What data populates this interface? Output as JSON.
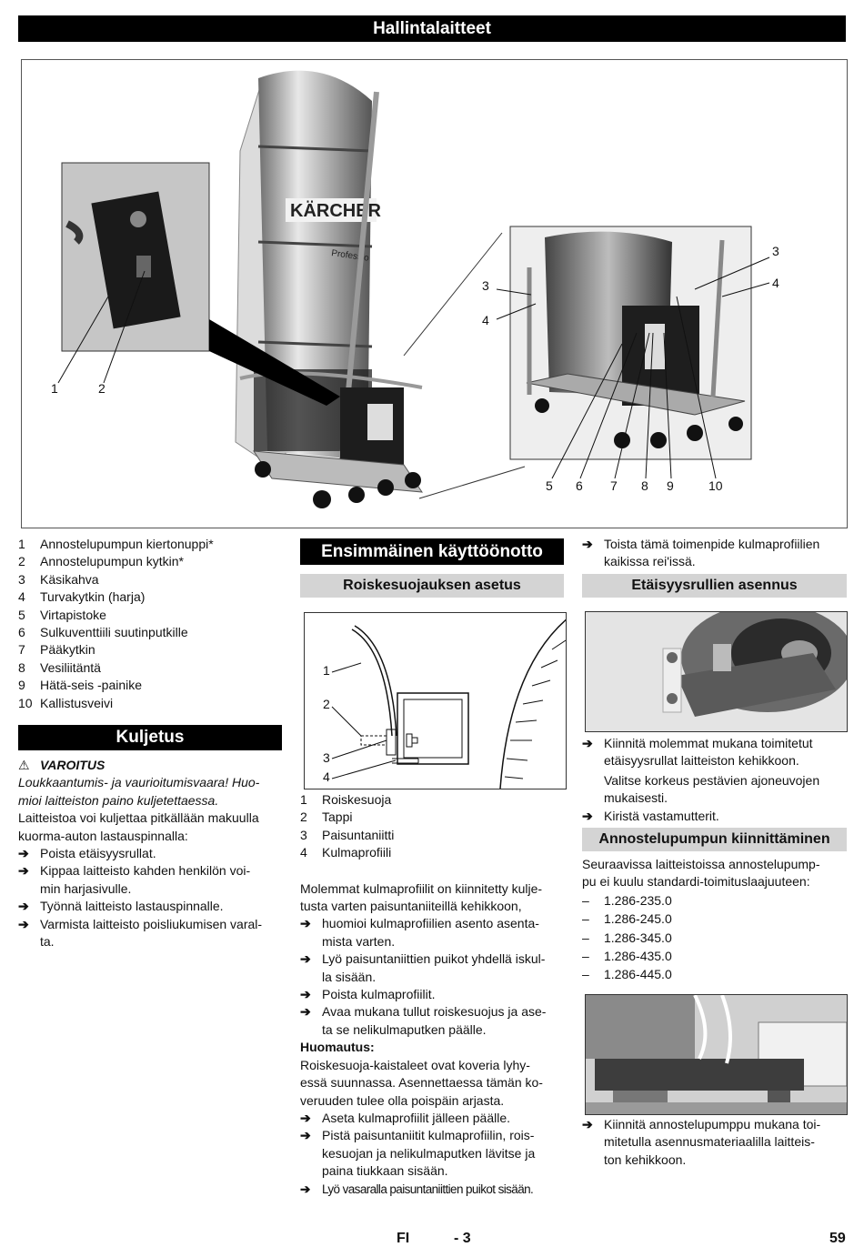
{
  "header": {
    "title": "Hallintalaitteet"
  },
  "figure_main": {
    "brand": "KÄRCHER",
    "brand_sub": "Professio",
    "callouts_left": [
      "1",
      "2"
    ],
    "callouts_right_top": [
      "3",
      "4"
    ],
    "callouts_right_side": [
      "3",
      "4"
    ],
    "callouts_bottom": [
      "5",
      "6",
      "7",
      "8",
      "9",
      "10"
    ]
  },
  "legend": [
    {
      "n": "1",
      "text": "Annostelupumpun kiertonuppi*"
    },
    {
      "n": "2",
      "text": "Annostelupumpun kytkin*"
    },
    {
      "n": "3",
      "text": "Käsikahva"
    },
    {
      "n": "4",
      "text": "Turvakytkin (harja)"
    },
    {
      "n": "5",
      "text": "Virtapistoke"
    },
    {
      "n": "6",
      "text": "Sulkuventtiili suutinputkille"
    },
    {
      "n": "7",
      "text": "Pääkytkin"
    },
    {
      "n": "8",
      "text": "Vesiliitäntä"
    },
    {
      "n": "9",
      "text": "Hätä-seis -painike"
    },
    {
      "n": "10",
      "text": "Kallistusveivi"
    }
  ],
  "kuljetus": {
    "title": "Kuljetus",
    "warning_label": "VAROITUS",
    "warning_text_1": "Loukkaantumis- ja vaurioitumisvaara! Huo-",
    "warning_text_2": "mioi laitteiston paino kuljetettaessa.",
    "intro_1": "Laitteistoa voi kuljettaa pitkällään makuulla",
    "intro_2": "kuorma-auton lastauspinnalla:",
    "steps": [
      [
        "Poista etäisyysrullat."
      ],
      [
        "Kippaa laitteisto kahden henkilön voi-",
        "min harjasivulle."
      ],
      [
        "Työnnä laitteisto lastauspinnalle."
      ],
      [
        "Varmista laitteisto poisliukumisen varal-",
        "ta."
      ]
    ]
  },
  "kayttoonotto": {
    "title": "Ensimmäinen käyttöönotto",
    "subtitle": "Roiskesuojauksen asetus",
    "diagram_callouts": [
      "1",
      "2",
      "3",
      "4"
    ],
    "legend": [
      {
        "n": "1",
        "text": "Roiskesuoja"
      },
      {
        "n": "2",
        "text": "Tappi"
      },
      {
        "n": "3",
        "text": "Paisuntaniitti"
      },
      {
        "n": "4",
        "text": "Kulmaprofiili"
      }
    ],
    "para_1": "Molemmat kulmaprofiilit on kiinnitetty kulje-",
    "para_2": "tusta varten paisuntaniiteillä kehikkoon,",
    "steps_a": [
      [
        "huomioi kulmaprofiilien asento asenta-",
        "mista varten."
      ],
      [
        "Lyö paisuntaniittien puikot yhdellä iskul-",
        "la sisään."
      ],
      [
        "Poista kulmaprofiilit."
      ],
      [
        "Avaa mukana tullut roiskesuojus ja ase-",
        "ta se nelikulmaputken päälle."
      ]
    ],
    "note_label": "Huomautus:",
    "note_1": "Roiskesuoja-kaistaleet ovat koveria lyhy-",
    "note_2": "essä suunnassa. Asennettaessa tämän ko-",
    "note_3": "veruuden tulee olla poispäin arjasta.",
    "steps_b": [
      [
        "Aseta kulmaprofiilit jälleen päälle."
      ],
      [
        "Pistä paisuntaniitit kulmaprofiilin, rois-",
        "kesuojan ja nelikulmaputken lävitse ja",
        "paina tiukkaan sisään."
      ],
      [
        "Lyö vasaralla paisuntaniittien puikot sisään."
      ]
    ]
  },
  "right_col": {
    "repeat_1": "Toista tämä toimenpide kulmaprofiilien",
    "repeat_2": "kaikissa rei'issä.",
    "etaisyys_title": "Etäisyysrullien asennus",
    "etaisyys_1a": "Kiinnitä molemmat mukana toimitetut",
    "etaisyys_1b": "etäisyysrullat laitteiston kehikkoon.",
    "etaisyys_1c": "Valitse korkeus pestävien ajoneuvojen",
    "etaisyys_1d": "mukaisesti.",
    "etaisyys_2": "Kiristä vastamutterit.",
    "annostelu_title": "Annostelupumpun kiinnittäminen",
    "annostelu_p1": "Seuraavissa laitteistoissa annostelupump-",
    "annostelu_p2": "pu ei kuulu standardi-toimituslaajuuteen:",
    "models": [
      "1.286-235.0",
      "1.286-245.0",
      "1.286-345.0",
      "1.286-435.0",
      "1.286-445.0"
    ],
    "annostelu_s1": "Kiinnitä annostelupumppu mukana toi-",
    "annostelu_s2": "mitetulla asennusmateriaalilla laitteis-",
    "annostelu_s3": "ton kehikkoon."
  },
  "footer": {
    "lang": "FI",
    "sub": "- 3",
    "page": "59"
  },
  "icons": {
    "arrow": "➔",
    "warning": "⚠",
    "dash": "–"
  }
}
